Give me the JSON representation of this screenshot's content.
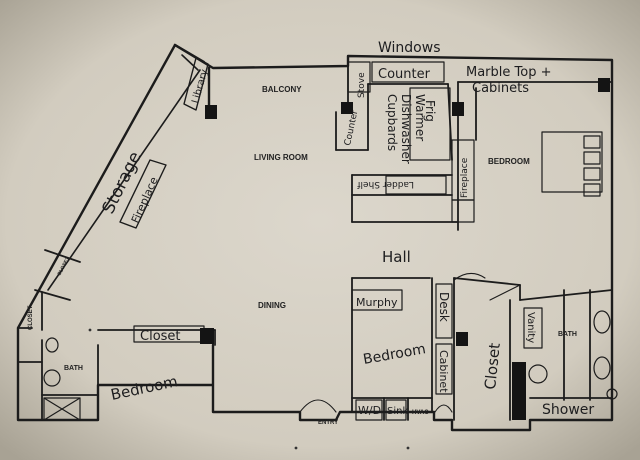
{
  "labels": {
    "windows": "Windows",
    "balcony": "BALCONY",
    "living_room": "LIVING ROOM",
    "dining": "DINING",
    "hall": "Hall",
    "bedroom_right": "BEDROOM",
    "bath_left": "BATH",
    "bath_right": "BATH",
    "entry": "ENTRY",
    "closet_small": "CLOSET",
    "closet_left": "CLOSET",
    "hvac": "HVAC",
    "storage": "Storage",
    "fireplace_left": "Fireplace",
    "library": "Library",
    "counter_top": "Counter",
    "stove": "Stove",
    "counter_side": "Counter",
    "cupboards": "Cupbards",
    "dishwasher": "Dishwasher",
    "warmer": "Warmer",
    "fridge": "Frig",
    "fireplace_right": "Fireplace",
    "marble_top": "Marble Top +",
    "cabinets_right": "Cabinets",
    "ladder_shelf": "Ladder Shelf",
    "closet_bottom": "Closet",
    "bedroom_bottom_left": "Bedroom",
    "murphy": "Murphy",
    "bedroom_bottom_mid": "Bedroom",
    "wd": "W/D",
    "sink": "Sink",
    "desk": "Desk",
    "cabinet_mid": "Cabinet",
    "closet_large": "Closet",
    "vanity": "Vanity",
    "shower": "Shower"
  }
}
